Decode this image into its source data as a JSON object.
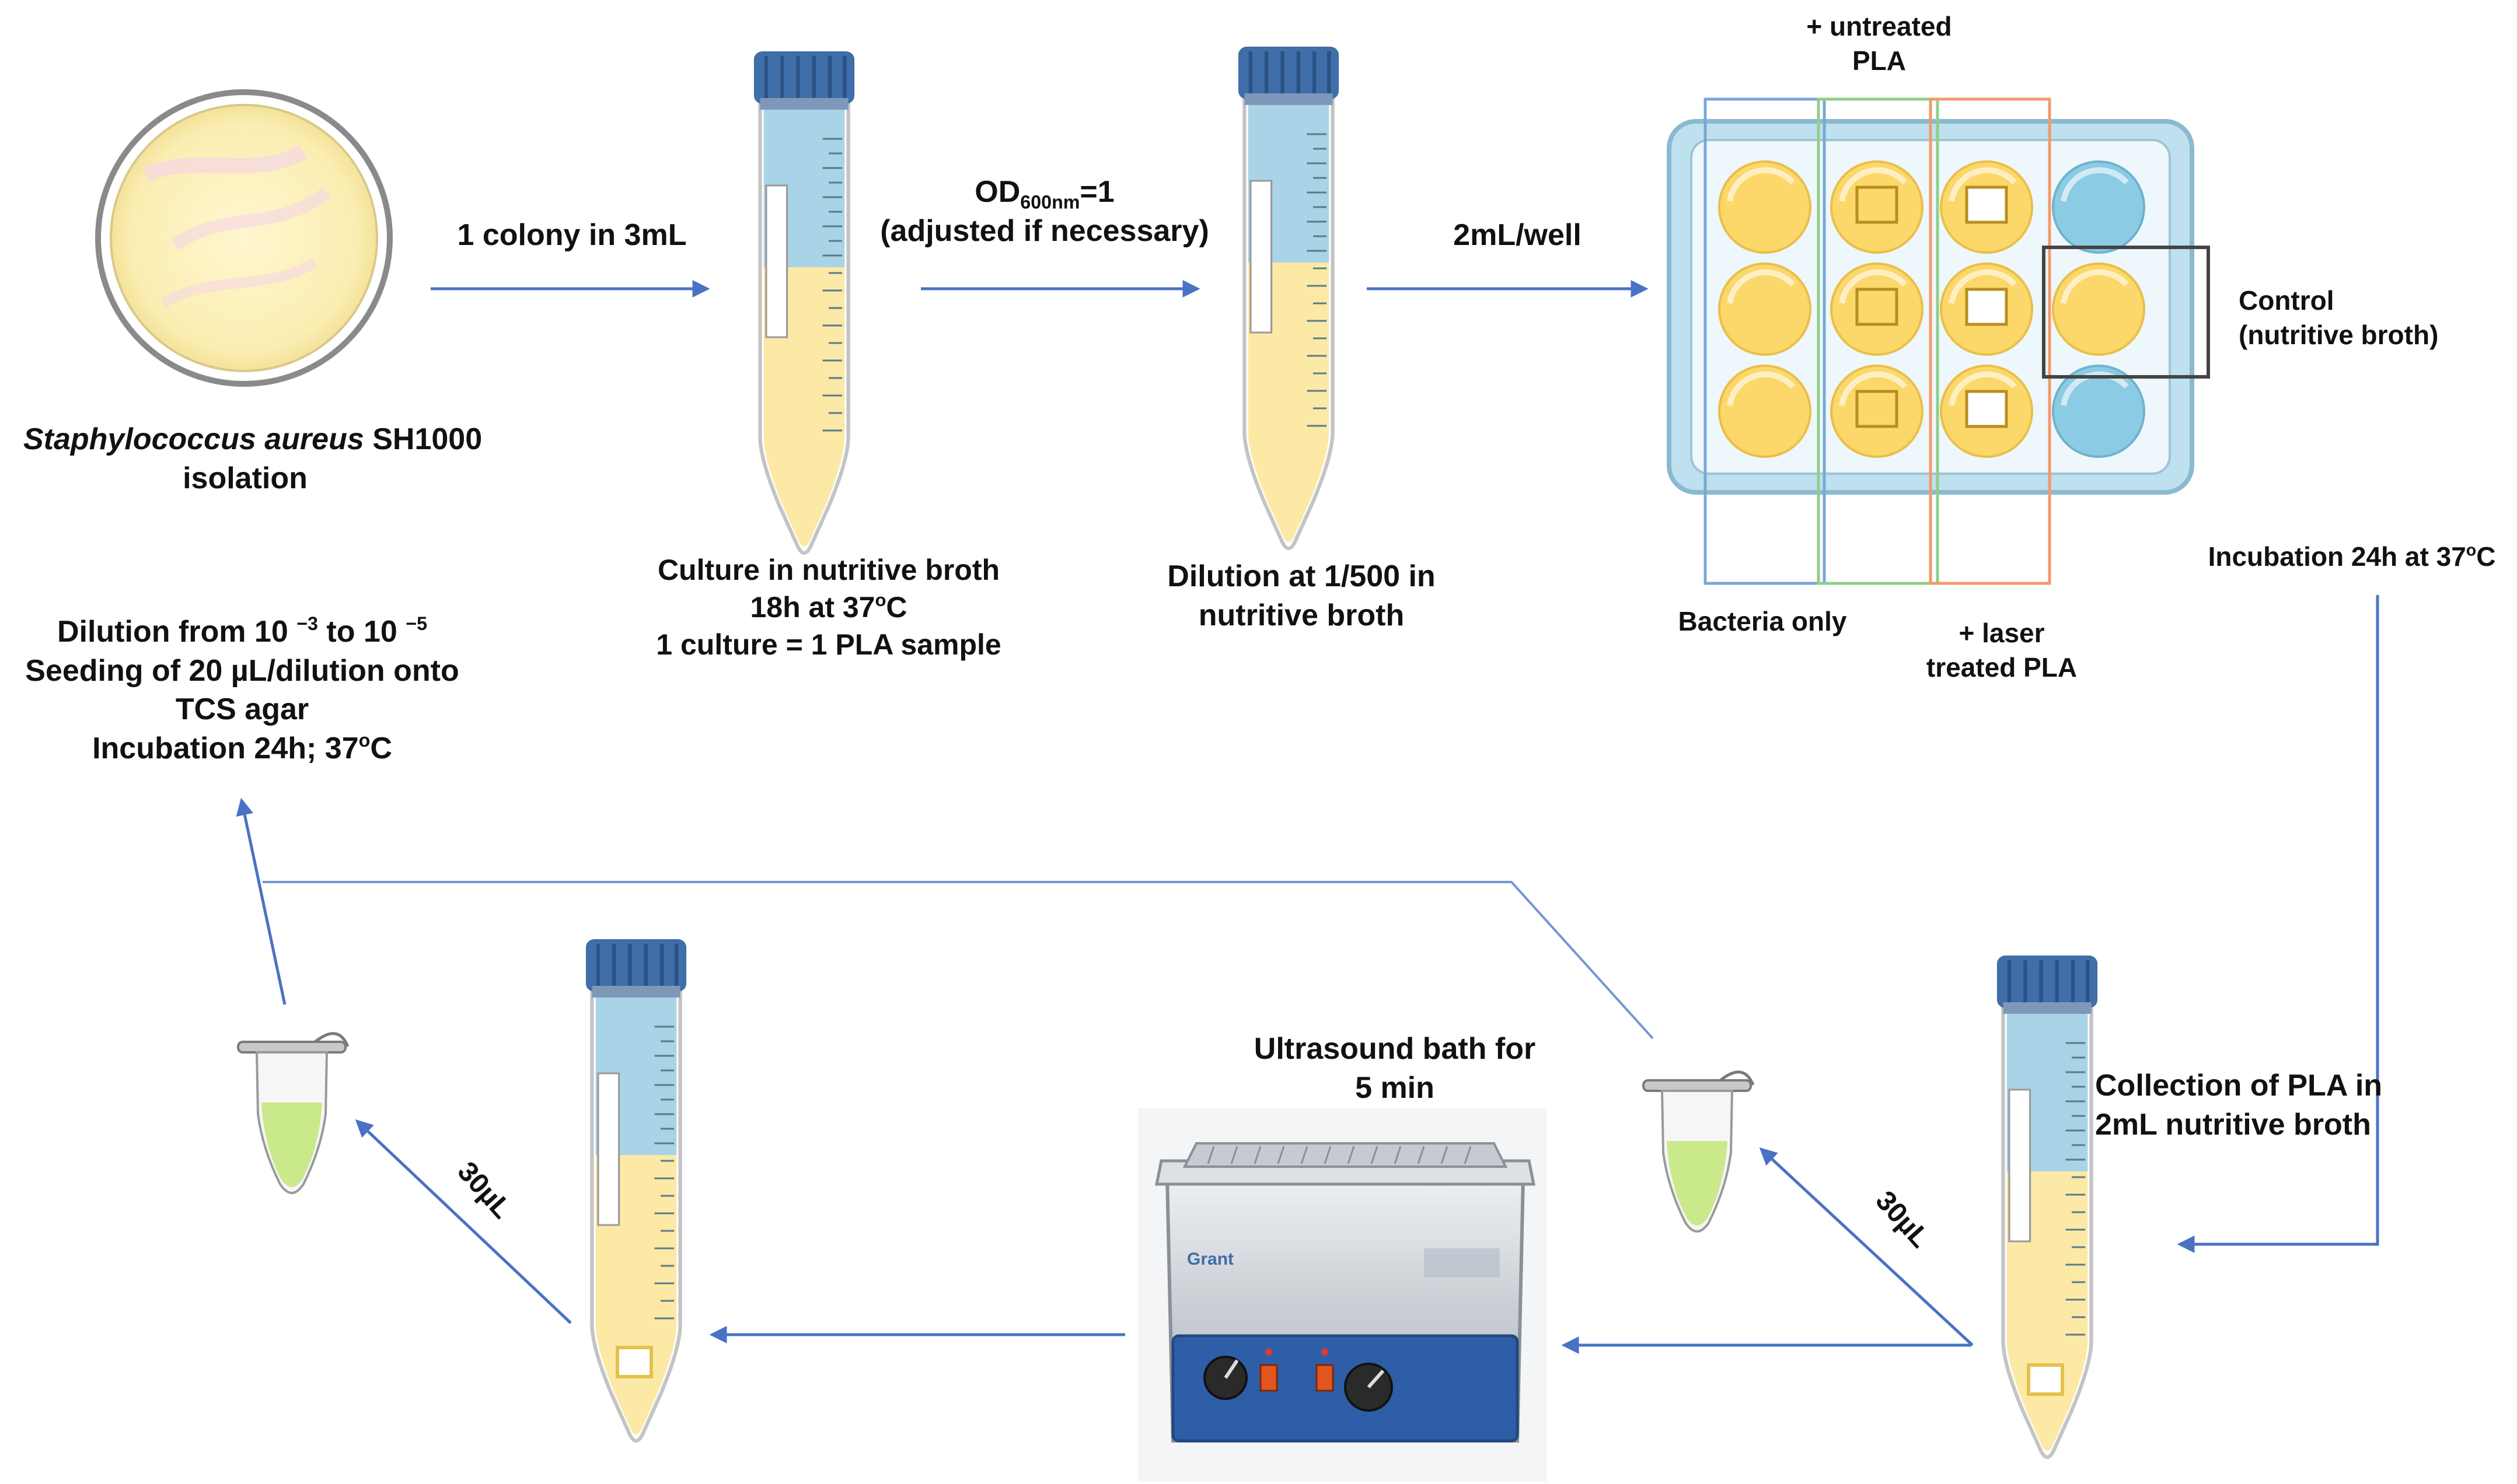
{
  "diagram": {
    "nodes": {
      "agar_plate": {
        "caption_italic": "Staphylococcus aureus",
        "caption_rest": " SH1000",
        "caption_line2": "isolation"
      },
      "culture_tube": {
        "lines": [
          "Culture in nutritive broth",
          "18h at 37",
          "1 culture = 1 PLA sample"
        ],
        "degree_mark": "o",
        "degree_unit": "C"
      },
      "dilution_tube": {
        "lines": [
          "Dilution at 1/500 in",
          "nutritive broth"
        ]
      },
      "well_plate": {
        "untreated": [
          "+ untreated",
          "PLA"
        ],
        "bacteria_only": "Bacteria only",
        "laser": [
          "+ laser",
          "treated PLA"
        ],
        "control": [
          "Control",
          "(nutritive broth)"
        ]
      },
      "collection_tube": {
        "lines": [
          "Collection of PLA in",
          "2mL nutritive broth"
        ]
      },
      "ultrasound_bath": {
        "lines": [
          "Ultrasound bath for",
          "5 min"
        ],
        "brand": "Grant"
      },
      "plating": {
        "line1_a": "Dilution from 10 ",
        "exp1": "−3",
        "line1_b": " to 10 ",
        "exp2": "−5",
        "line2": "Seeding of 20 µL/dilution onto",
        "line3": "TCS agar",
        "line4_a": "Incubation 24h; 37",
        "line4_deg": "o",
        "line4_b": "C"
      }
    },
    "edges": {
      "colony": "1 colony in 3mL",
      "od_a": "OD",
      "od_sub": "600nm",
      "od_b": "=1",
      "od_line2": "(adjusted if necessary)",
      "per_well": "2mL/well",
      "incubation_a": "Incubation 24h at 37",
      "incubation_deg": "o",
      "incubation_b": "C",
      "volume_right": "30µL",
      "volume_left": "30µL"
    },
    "colors": {
      "arrow": "#4a72c4",
      "broth": "#fce9a6",
      "tube_cap": "#3f6ea8",
      "tube_blue_band": "#a9d3e6",
      "plate_frame": "#bfe0ee",
      "well_yellow": "#fcd76a",
      "well_blue": "#8ccbe4",
      "lane_bacteria": "#7aa7d6",
      "lane_untreated": "#8fcf8a",
      "lane_laser": "#f29a6b",
      "eppendorf_liquid": "#c9e98a"
    }
  }
}
